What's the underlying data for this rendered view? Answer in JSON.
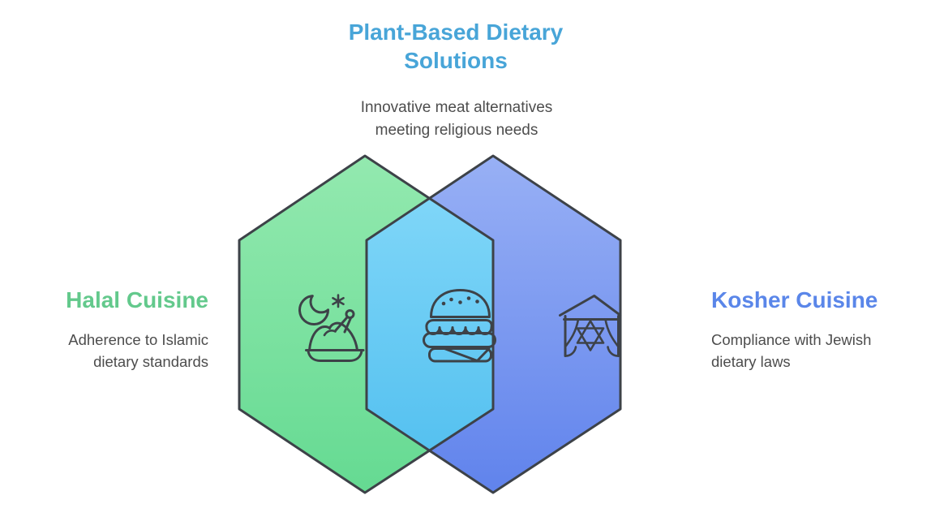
{
  "colors": {
    "bg": "#ffffff",
    "title_color": "#48a5d8",
    "halal_color": "#63c98c",
    "kosher_color": "#5a86e9",
    "body_color": "#4d4d4d",
    "outline_color": "#3d4248",
    "green_top": "#93e9af",
    "green_bottom": "#65da92",
    "blue_top": "#98b0f5",
    "blue_bottom": "#6083ec",
    "overlap_top": "#7fd6f8",
    "overlap_bottom": "#55c1f0"
  },
  "center": {
    "title": "Plant-Based Dietary\nSolutions",
    "subtitle": "Innovative meat alternatives\nmeeting religious needs",
    "icon": "burger-icon"
  },
  "halal": {
    "heading": "Halal Cuisine",
    "description": "Adherence to Islamic\ndietary standards",
    "icon": "crescent-moon-star-icon"
  },
  "kosher": {
    "heading": "Kosher Cuisine",
    "description": "Compliance with Jewish\ndietary laws",
    "icon": "chuppah-star-of-david-icon"
  }
}
